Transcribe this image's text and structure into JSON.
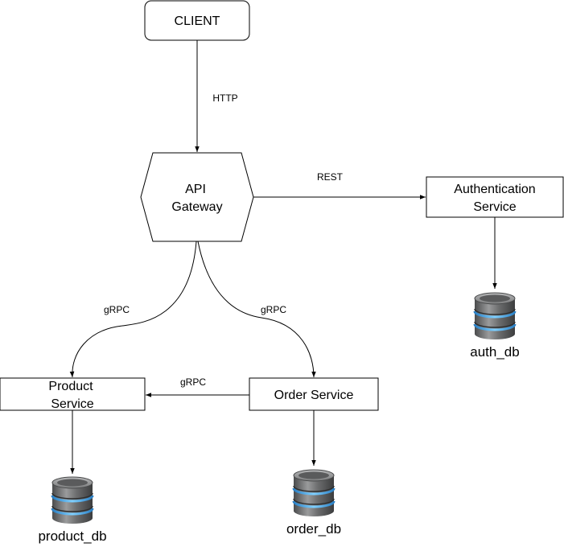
{
  "nodes": {
    "client": {
      "label": "CLIENT"
    },
    "api_gateway": {
      "line1": "API",
      "line2": "Gateway"
    },
    "auth_service": {
      "line1": "Authentication",
      "line2": "Service"
    },
    "product_service": {
      "line1": "Product",
      "line2": "Service"
    },
    "order_service": {
      "label": "Order Service"
    }
  },
  "databases": {
    "auth_db": {
      "label": "auth_db",
      "icon": "database-icon"
    },
    "product_db": {
      "label": "product_db",
      "icon": "database-icon"
    },
    "order_db": {
      "label": "order_db",
      "icon": "database-icon"
    }
  },
  "edges": {
    "client_to_gateway": {
      "label": "HTTP"
    },
    "gateway_to_auth": {
      "label": "REST"
    },
    "gateway_to_product": {
      "label": "gRPC"
    },
    "gateway_to_order": {
      "label": "gRPC"
    },
    "order_to_product": {
      "label": "gRPC"
    }
  },
  "colors": {
    "stroke": "#000000",
    "db_body": "#5f6061",
    "db_ring": "#3fa9f5"
  }
}
